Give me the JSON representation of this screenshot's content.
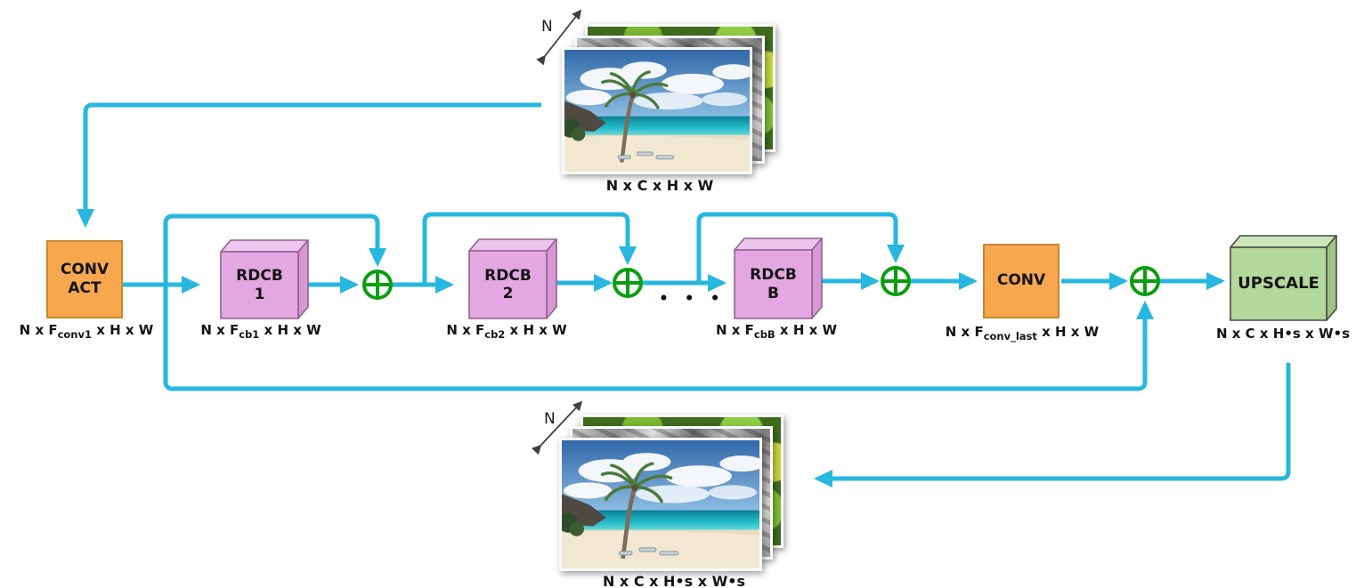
{
  "colors": {
    "arrow": "#27b7e0",
    "plus": "#0a9e0e",
    "conv_fill": "#f7a84f",
    "conv_border": "#c8872e",
    "rdcb_front": "#e3a8e1",
    "rdcb_top": "#eec5ee",
    "rdcb_side": "#d897d6",
    "rdcb_border": "#8f6290",
    "upscale_front": "#b3d89b",
    "upscale_top": "#cde6ba",
    "upscale_side": "#9fc586",
    "upscale_border": "#474747",
    "text": "#141414"
  },
  "top_stack": {
    "n_label": "N",
    "caption": "N x C x H x W"
  },
  "bottom_stack": {
    "n_label": "N",
    "caption": "N x C x H•s x W•s"
  },
  "blocks": {
    "conv_act": {
      "lines": [
        "CONV",
        "ACT"
      ],
      "caption": {
        "pre": "N x F",
        "sub": "conv1",
        "post": " x H x W"
      }
    },
    "rdcb1": {
      "lines": [
        "RDCB",
        "1"
      ],
      "caption": {
        "pre": "N x F",
        "sub": "cb1",
        "post": " x H x W"
      }
    },
    "rdcb2": {
      "lines": [
        "RDCB",
        "2"
      ],
      "caption": {
        "pre": "N x F",
        "sub": "cb2",
        "post": " x H x W"
      }
    },
    "rdcbB": {
      "lines": [
        "RDCB",
        "B"
      ],
      "caption": {
        "pre": "N x F",
        "sub": "cbB",
        "post": " x H x W"
      }
    },
    "conv_last": {
      "lines": [
        "CONV"
      ],
      "caption": {
        "pre": "N x F",
        "sub": "conv_last",
        "post": " x H x W"
      }
    },
    "upscale": {
      "lines": [
        "UPSCALE"
      ],
      "caption": {
        "pre": "N x C x H•s x W•s",
        "sub": "",
        "post": ""
      }
    }
  },
  "ellipsis": "• • •"
}
